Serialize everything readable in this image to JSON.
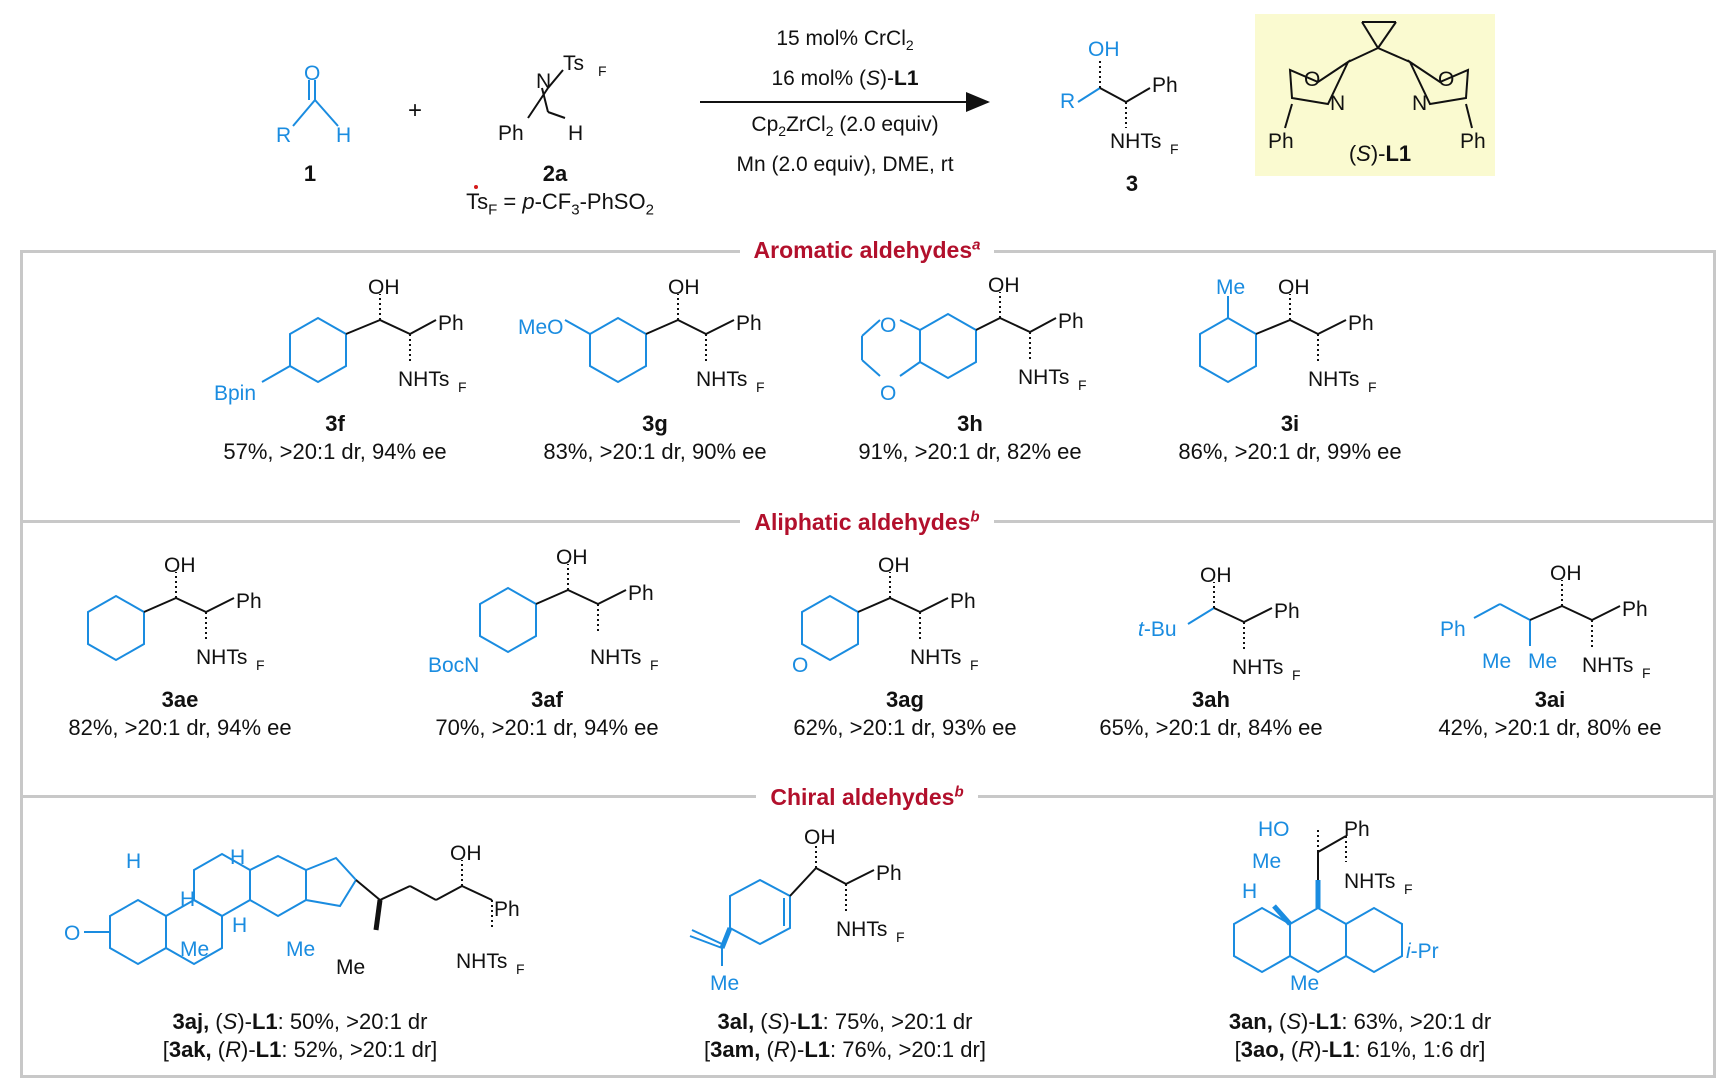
{
  "colors": {
    "title": "#b2102c",
    "blue": "#1a8ce0",
    "box": "#c8c8c8",
    "ligand_bg": "#fafad0",
    "marker": "#d41a1a"
  },
  "reaction": {
    "aldehyde_id": "1",
    "plus": "+",
    "imine_id": "2a",
    "tsf_def": "Ts",
    "tsf_sub": "F",
    "tsf_eq": " = ",
    "tsf_p": "p",
    "tsf_rest": "-CF",
    "tsf_3": "3",
    "tsf_end": "-PhSO",
    "tsf_2": "2",
    "cond_line1": "15 mol% CrCl",
    "cond_line1_sub": "2",
    "cond_line2_a": "16 mol% (",
    "cond_line2_s": "S",
    "cond_line2_b": ")-",
    "cond_line2_l1": "L1",
    "cond_line3_a": "Cp",
    "cond_line3_2a": "2",
    "cond_line3_b": "ZrCl",
    "cond_line3_2b": "2",
    "cond_line3_c": " (2.0 equiv)",
    "cond_line4": "Mn (2.0 equiv), DME, rt",
    "product_id": "3",
    "ligand_label_a": "(",
    "ligand_label_s": "S",
    "ligand_label_b": ")-",
    "ligand_label_l1": "L1"
  },
  "atoms": {
    "O": "O",
    "OH": "OH",
    "HO": "HO",
    "R": "R",
    "H": "H",
    "N": "N",
    "Ph": "Ph",
    "Ts": "Ts",
    "F": "F",
    "NHTs": "NHTs",
    "Me": "Me",
    "Bpin": "Bpin",
    "MeO": "MeO",
    "BocN": "BocN",
    "tBu_t": "t",
    "tBu_rest": "-Bu",
    "iPr_i": "i",
    "iPr_rest": "-Pr"
  },
  "sections": [
    {
      "title": "Aromatic aldehydes",
      "note": "a"
    },
    {
      "title": "Aliphatic aldehydes",
      "note": "b"
    },
    {
      "title": "Chiral aldehydes",
      "note": "b"
    }
  ],
  "aromatic": [
    {
      "id": "3f",
      "result": "57%, >20:1 dr, 94% ee"
    },
    {
      "id": "3g",
      "result": "83%, >20:1 dr, 90% ee"
    },
    {
      "id": "3h",
      "result": "91%, >20:1 dr,  82% ee"
    },
    {
      "id": "3i",
      "result": "86%, >20:1 dr, 99% ee"
    }
  ],
  "aliphatic": [
    {
      "id": "3ae",
      "result": "82%, >20:1 dr, 94% ee"
    },
    {
      "id": "3af",
      "result": "70%, >20:1 dr, 94% ee"
    },
    {
      "id": "3ag",
      "result": "62%, >20:1 dr, 93% ee"
    },
    {
      "id": "3ah",
      "result": "65%, >20:1 dr,  84% ee"
    },
    {
      "id": "3ai",
      "result": "42%, >20:1 dr, 80% ee"
    }
  ],
  "chiral": [
    {
      "id": "3aj,",
      "pre": " (",
      "s": "S",
      "mid": ")-",
      "l1": "L1",
      "result": ": 50%, >20:1 dr",
      "alt_open": "[",
      "alt_id": "3ak,",
      "alt_pre": " (",
      "alt_r": "R",
      "alt_mid": ")-",
      "alt_l1": "L1",
      "alt_result": ": 52%, >20:1 dr]"
    },
    {
      "id": "3al,",
      "pre": " (",
      "s": "S",
      "mid": ")-",
      "l1": "L1",
      "result": ": 75%, >20:1 dr",
      "alt_open": "[",
      "alt_id": "3am,",
      "alt_pre": " (",
      "alt_r": "R",
      "alt_mid": ")-",
      "alt_l1": "L1",
      "alt_result": ": 76%, >20:1 dr]"
    },
    {
      "id": "3an,",
      "pre": " (",
      "s": "S",
      "mid": ")-",
      "l1": "L1",
      "result": ": 63%, >20:1 dr",
      "alt_open": "[",
      "alt_id": "3ao,",
      "alt_pre": " (",
      "alt_r": "R",
      "alt_mid": ")-",
      "alt_l1": "L1",
      "alt_result": ": 61%, 1:6 dr]"
    }
  ]
}
